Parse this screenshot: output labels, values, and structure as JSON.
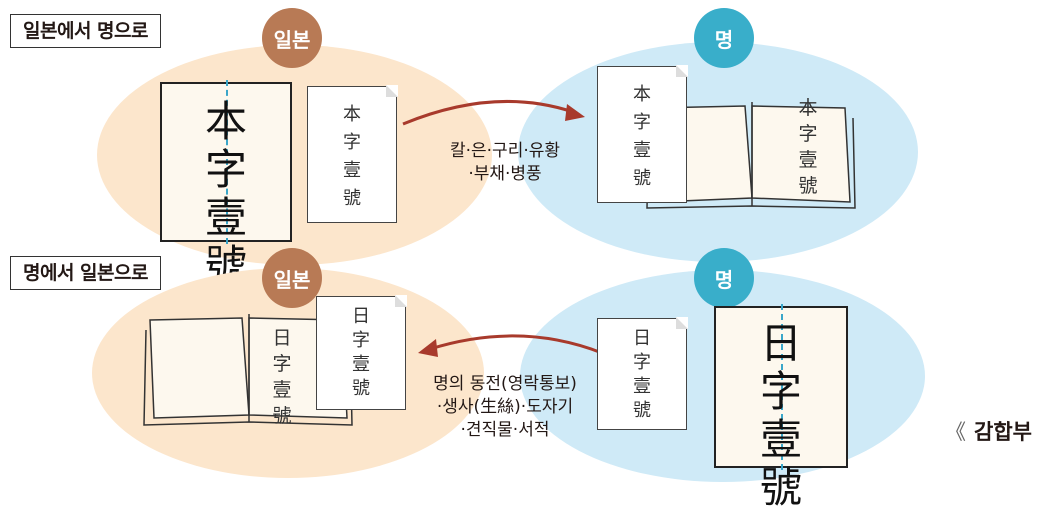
{
  "section1": {
    "label": "일본에서 명으로",
    "left_badge": "일본",
    "right_badge": "명",
    "tally_chars": [
      "本",
      "字",
      "壹",
      "號"
    ],
    "paper_chars": [
      "本",
      "字",
      "壹",
      "號"
    ],
    "book_chars": [
      "本",
      "字",
      "壹",
      "號"
    ],
    "caption_lines": [
      "칼·은·구리·유황",
      "·부채·병풍"
    ]
  },
  "section2": {
    "label": "명에서 일본으로",
    "left_badge": "일본",
    "right_badge": "명",
    "tally_chars": [
      "日",
      "字",
      "壹",
      "號"
    ],
    "paper_chars": [
      "日",
      "字",
      "壹",
      "號"
    ],
    "book_chars": [
      "日",
      "字",
      "壹",
      "號"
    ],
    "caption_lines": [
      "명의 동전(영락통보)",
      "·생사(生絲)·도자기",
      "·견직물·서적"
    ]
  },
  "footer": {
    "chevron": "《",
    "label": "감합부"
  },
  "colors": {
    "japan": "#b87a55",
    "ming": "#39aeca",
    "peach": "#fce6cc",
    "blue": "#cfeaf7",
    "arrow": "#a83a2c"
  }
}
